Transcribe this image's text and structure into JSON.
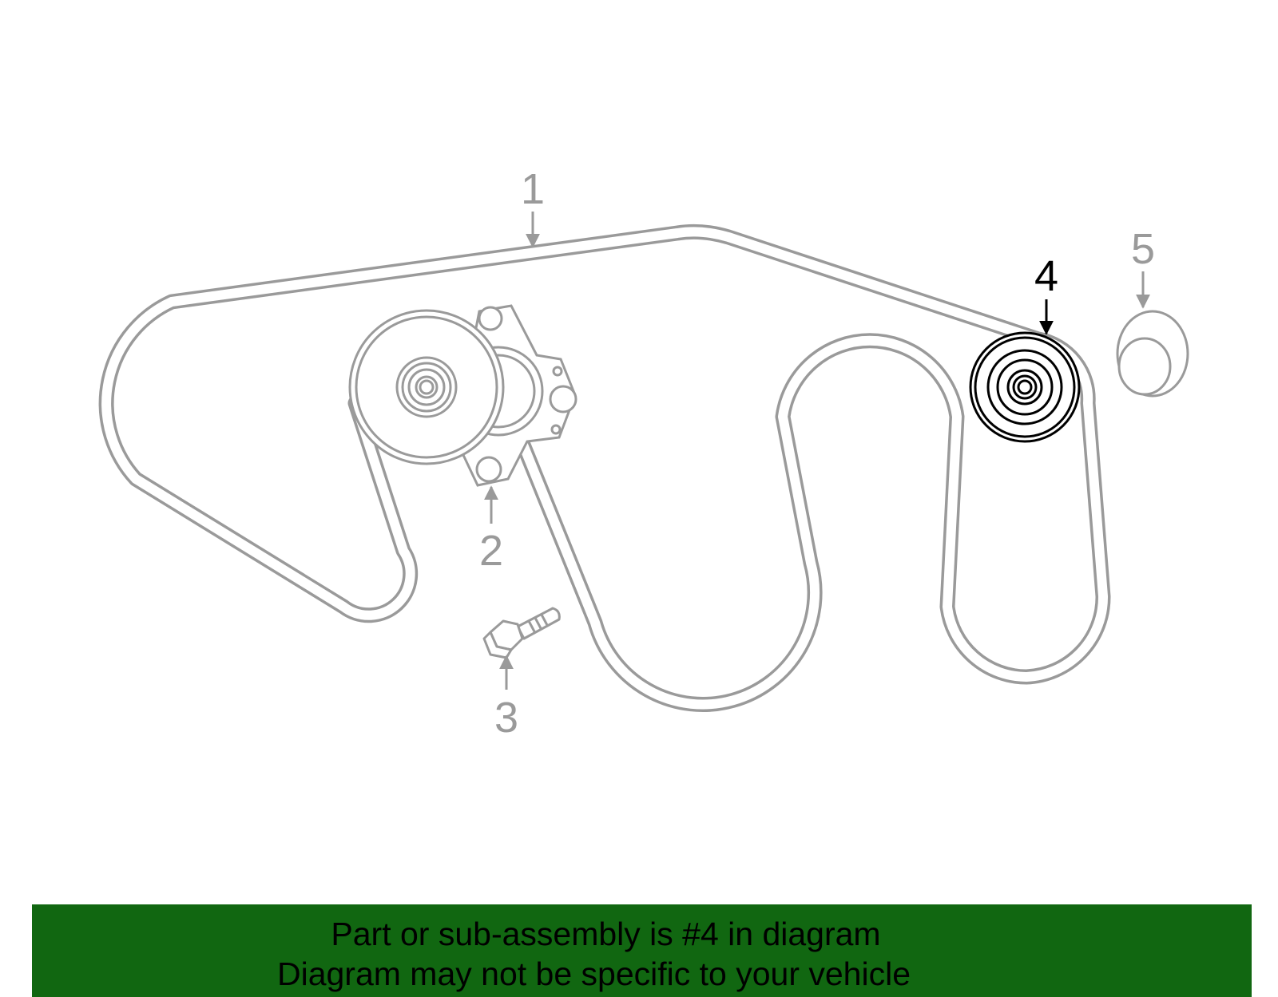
{
  "callouts": [
    {
      "id": "1",
      "label": "1",
      "highlighted": false
    },
    {
      "id": "2",
      "label": "2",
      "highlighted": false
    },
    {
      "id": "3",
      "label": "3",
      "highlighted": false
    },
    {
      "id": "4",
      "label": "4",
      "highlighted": true
    },
    {
      "id": "5",
      "label": "5",
      "highlighted": false
    }
  ],
  "banner": {
    "line1": "Part or sub-assembly is #4 in diagram",
    "line2": "Diagram may not be specific to your vehicle"
  },
  "colors": {
    "banner_bg": "#116711",
    "diagram_stroke": "#9a9a9a",
    "highlight": "#000000"
  },
  "icons": {
    "belt": "serpentine-belt-icon",
    "tensioner": "belt-tensioner-icon",
    "bolt": "tensioner-bolt-icon",
    "idler": "idler-pulley-icon",
    "cap": "dust-cap-icon"
  }
}
